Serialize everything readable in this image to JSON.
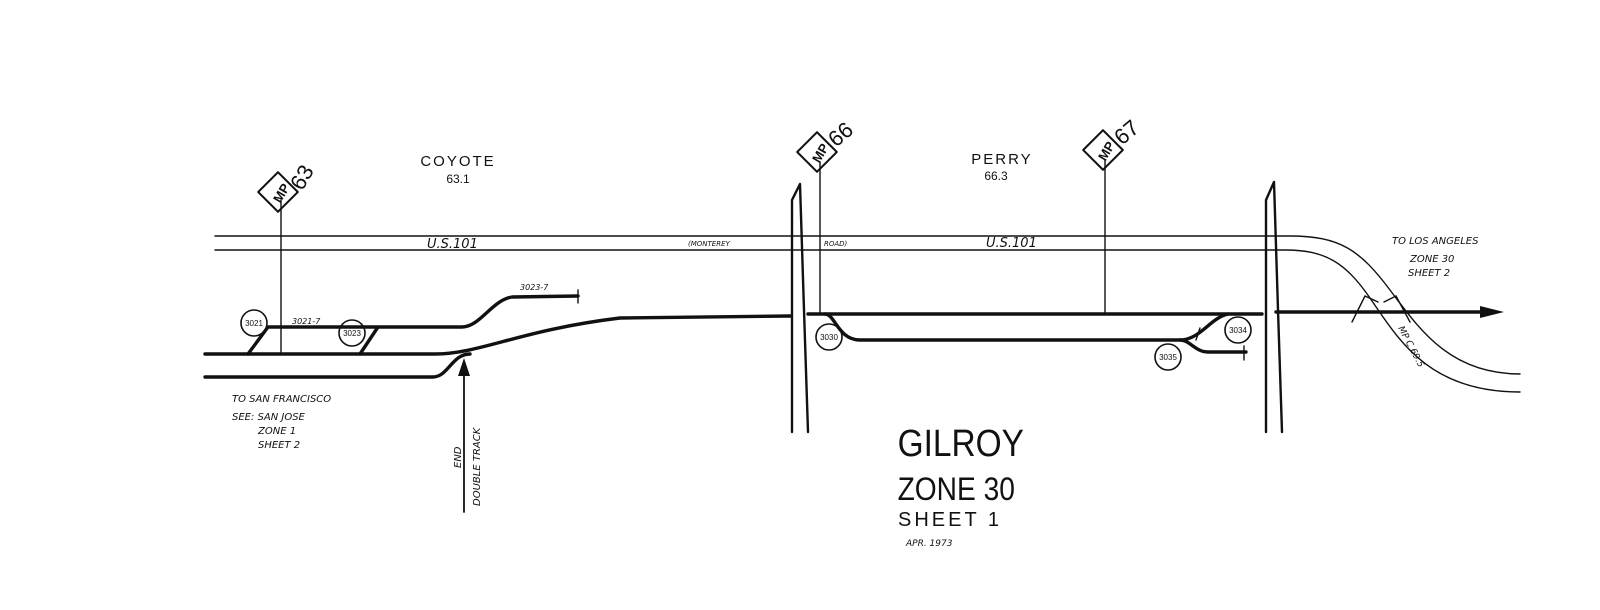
{
  "colors": {
    "ink": "#111111",
    "paper": "#ffffff"
  },
  "stations": [
    {
      "name": "COYOTE",
      "milepost": "63.1"
    },
    {
      "name": "PERRY",
      "milepost": "66.3"
    }
  ],
  "mileposts": [
    {
      "prefix": "MP",
      "number": "63"
    },
    {
      "prefix": "MP",
      "number": "66"
    },
    {
      "prefix": "MP",
      "number": "67"
    }
  ],
  "highway": {
    "label_left": "U.S.101",
    "label_mid_1": "(MONTEREY",
    "label_mid_2": "ROAD)",
    "label_right": "U.S.101"
  },
  "switches": [
    "3021",
    "3023",
    "3030",
    "3035",
    "3034"
  ],
  "track_labels": {
    "spur_a": "3021-7",
    "spur_b": "3023-7"
  },
  "west_note": [
    "TO SAN FRANCISCO",
    "SEE: SAN JOSE",
    "ZONE 1",
    "SHEET 2"
  ],
  "east_note": [
    "TO LOS ANGELES",
    "ZONE 30",
    "SHEET 2"
  ],
  "end_double_track": [
    "END",
    "DOUBLE TRACK"
  ],
  "crossing_label": "MP C 69.5",
  "title_block": {
    "title": "GILROY",
    "zone": "ZONE 30",
    "sheet": "SHEET 1",
    "date": "APR. 1973"
  }
}
